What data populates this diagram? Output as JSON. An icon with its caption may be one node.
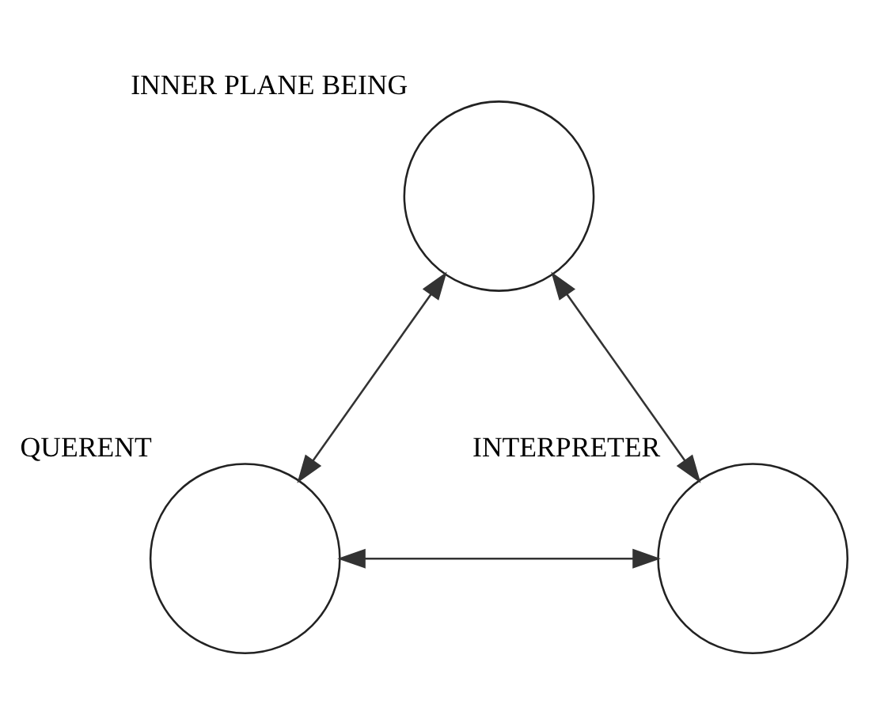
{
  "diagram": {
    "nodes": [
      {
        "text": [
          "INNER PLANE BEING"
        ]
      },
      {
        "text": [
          "QUERENT"
        ]
      },
      {
        "text": [
          "INTERPRETER"
        ]
      }
    ],
    "edges": [
      {
        "from": 0,
        "to": 1,
        "arrow": "both"
      },
      {
        "from": 0,
        "to": 2,
        "arrow": "both"
      },
      {
        "from": 1,
        "to": 2,
        "arrow": "both"
      }
    ]
  }
}
